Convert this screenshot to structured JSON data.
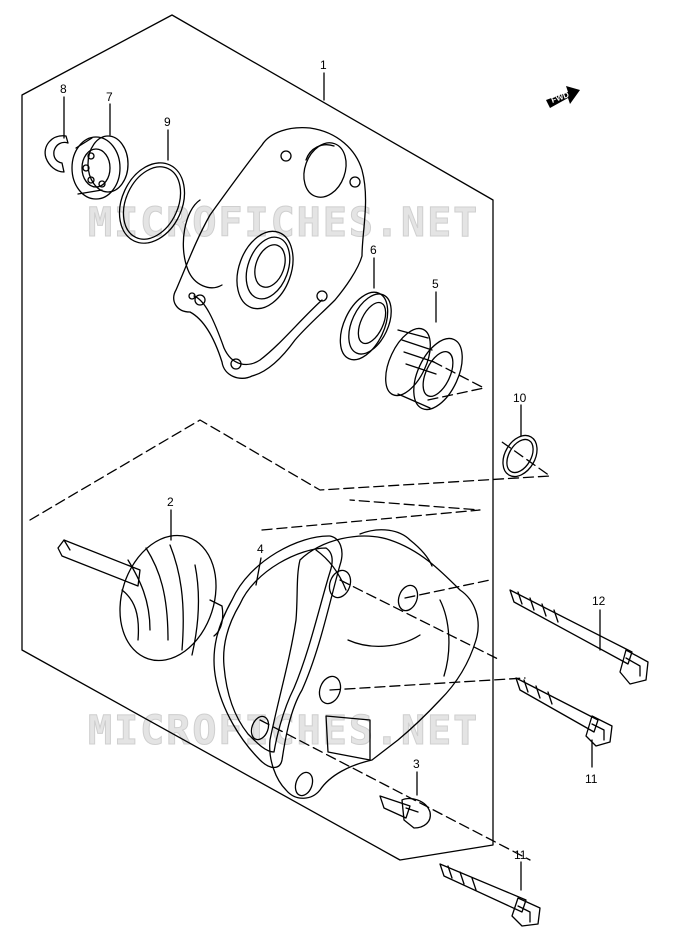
{
  "watermark_text": "MICROFICHES.NET",
  "fwd_label": "FWD",
  "callouts": {
    "c1": "1",
    "c2": "2",
    "c3": "3",
    "c4": "4",
    "c5": "5",
    "c6": "6",
    "c7": "7",
    "c8": "8",
    "c9": "9",
    "c10": "10",
    "c11a": "11",
    "c11b": "11",
    "c12": "12"
  }
}
